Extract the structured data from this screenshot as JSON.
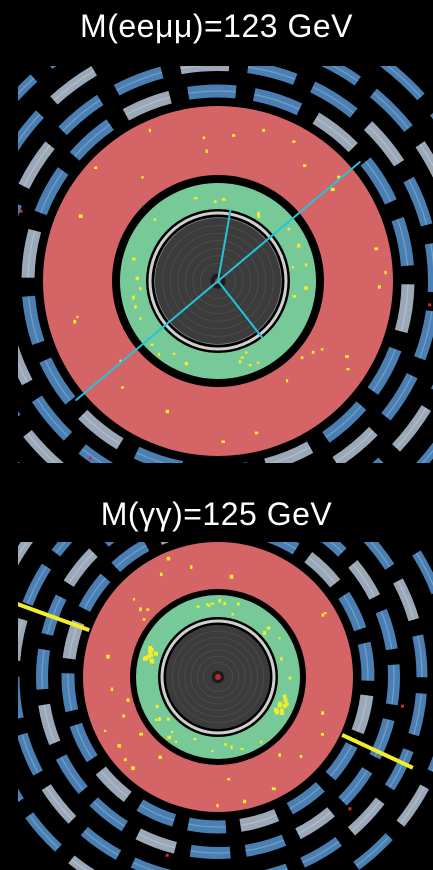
{
  "events": [
    {
      "label": "M(eeμμ)=123 GeV",
      "tracks": [
        {
          "angle": -40
        },
        {
          "angle": 140
        },
        {
          "angle": -80
        },
        {
          "angle": 52
        }
      ],
      "photons": []
    },
    {
      "label": "M(γγ)=125 GeV",
      "tracks": [],
      "photons": [
        {
          "angle": 200
        },
        {
          "angle": 25
        }
      ]
    }
  ],
  "colors": {
    "background": "#000000",
    "caption": "#ffffff",
    "muon_chambers": "#4a7fb3",
    "muon_chambers_light": "#9aa8b8",
    "hadronic_calorimeter": "#d46466",
    "em_calorimeter": "#77c998",
    "inner_detector": "#3c3c3c",
    "solenoid": "#cfcfcf",
    "tracks": "#20c6d8",
    "photons": "#f2ee2a",
    "hits": "#f2ee2a"
  }
}
